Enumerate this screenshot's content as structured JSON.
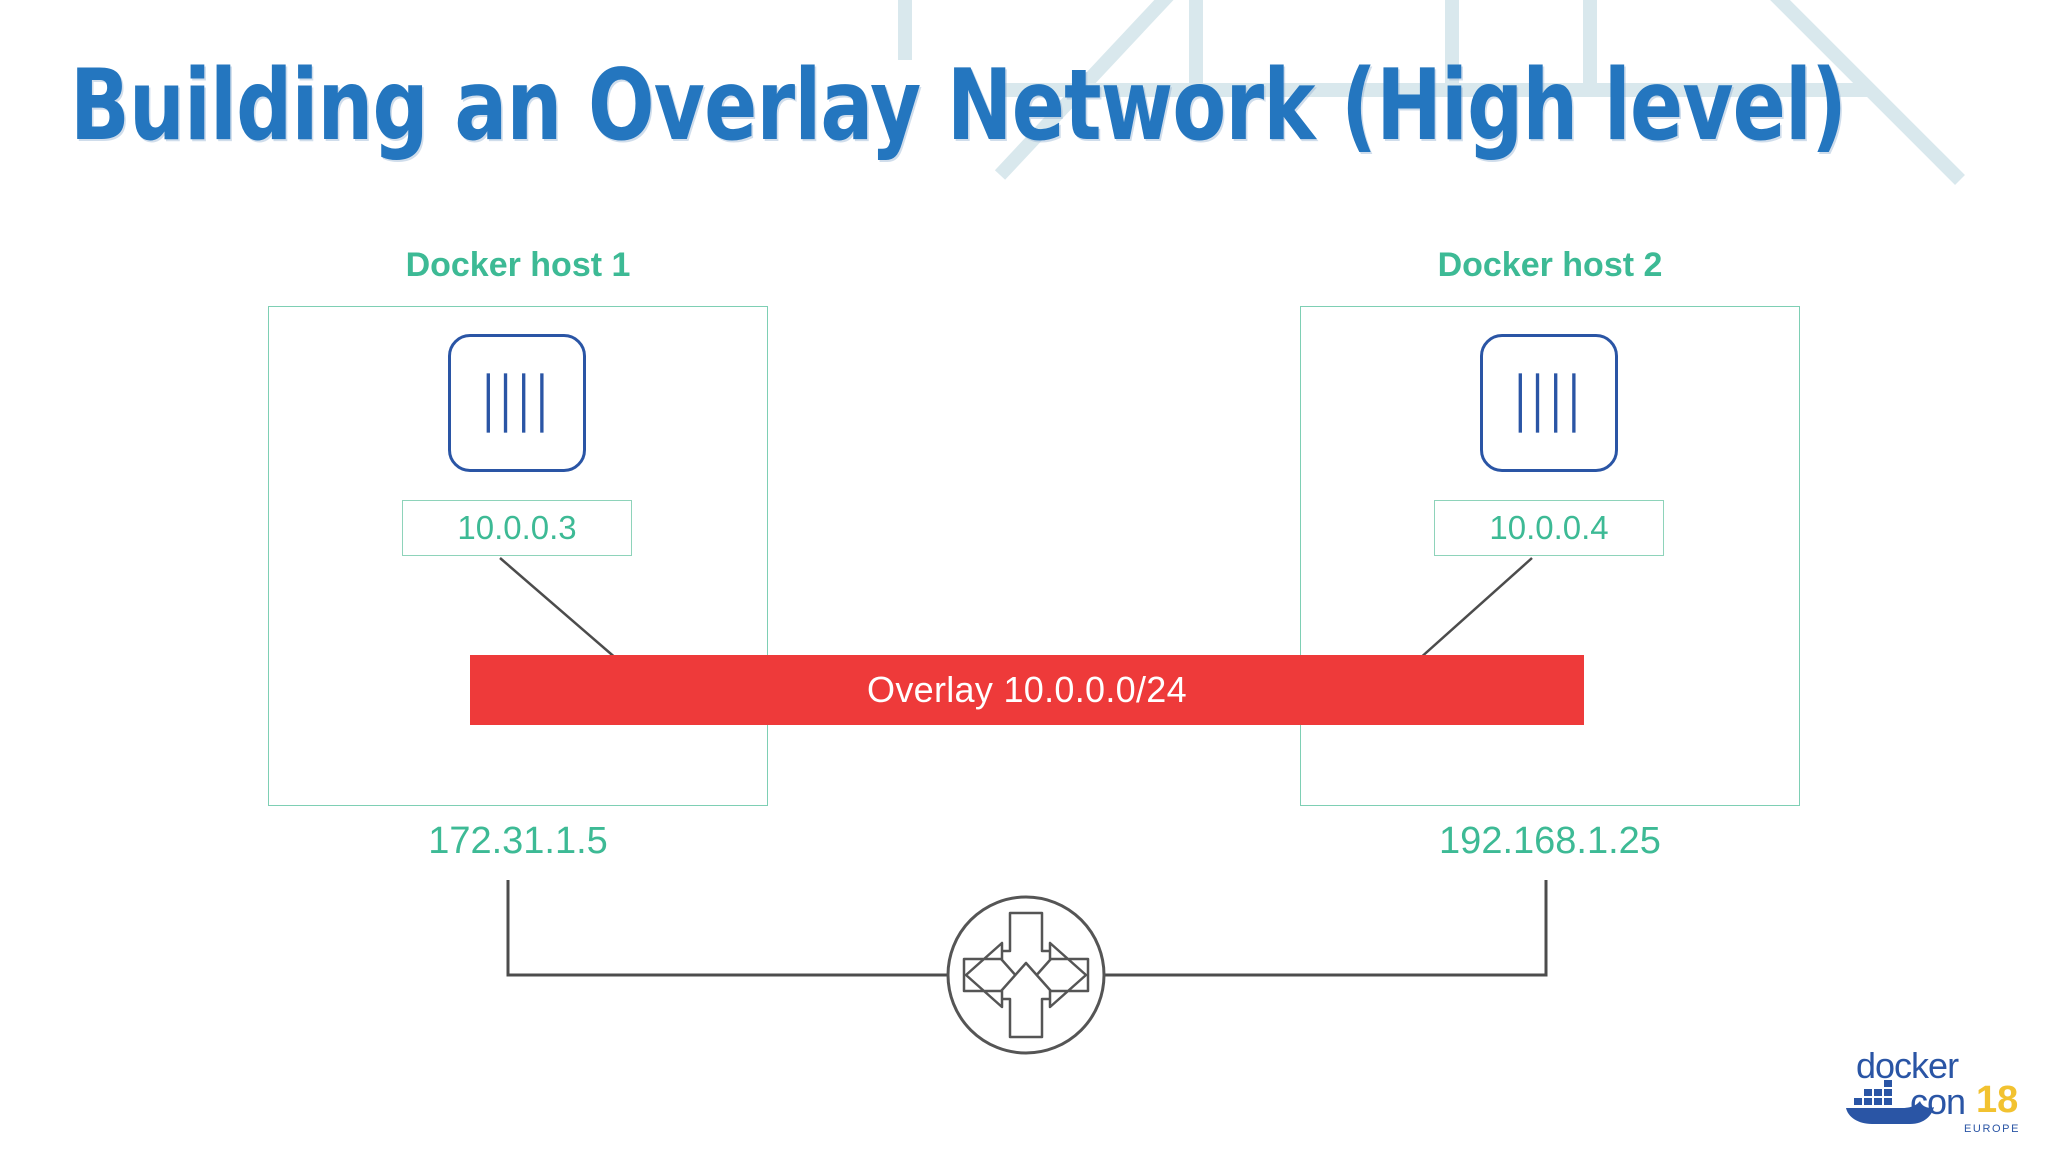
{
  "slide": {
    "title": "Building an Overlay Network (High level)",
    "title_color": "#2476bf",
    "background_color": "#ffffff"
  },
  "theme": {
    "green": "#3dba95",
    "green_border": "#8ed3ba",
    "blue": "#2a55a5",
    "red": "#ee3a3a",
    "line_gray": "#4c4c4c",
    "decoration_blue": "#d6e6ec"
  },
  "diagram": {
    "type": "network-topology",
    "hosts": [
      {
        "label": "Docker host 1",
        "container_icon": "container-icon",
        "container_ip": "10.0.0.3",
        "host_ip": "172.31.1.5"
      },
      {
        "label": "Docker host 2",
        "container_icon": "container-icon",
        "container_ip": "10.0.0.4",
        "host_ip": "192.168.1.25"
      }
    ],
    "overlay": {
      "label": "Overlay 10.0.0.0/24",
      "color": "#ee3a3a",
      "text_color": "#ffffff"
    },
    "router": {
      "icon": "router-icon",
      "label": ""
    }
  },
  "logo": {
    "word_docker": "docker",
    "word_con": "con",
    "year": "18",
    "region": "EUROPE",
    "brand_blue": "#2a55a5",
    "brand_gold": "#f2c230",
    "whale_icon": "docker-whale-icon"
  }
}
